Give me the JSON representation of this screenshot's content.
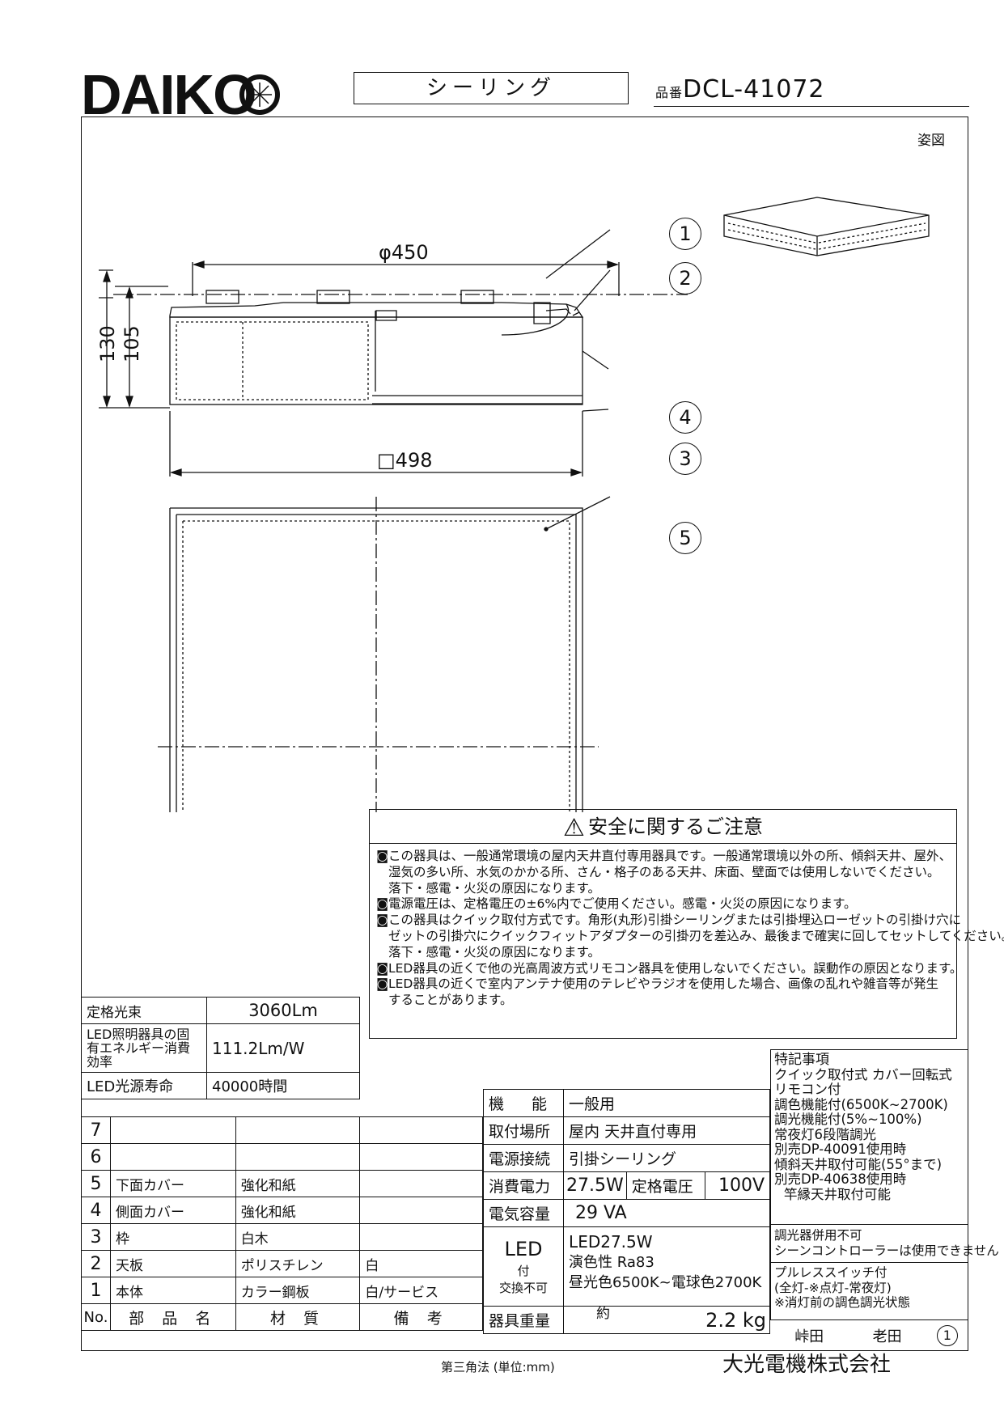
{
  "header": {
    "brand": "DAIKO",
    "product_type": "シーリング",
    "model_label": "品番",
    "model_number": "DCL-41072",
    "view_label": "姿図"
  },
  "drawing": {
    "diameter_label": "φ450",
    "width_label": "□498",
    "height_130": "130",
    "height_105": "105",
    "callouts": [
      "1",
      "2",
      "3",
      "4",
      "5"
    ]
  },
  "safety": {
    "title": "安全に関するご注意",
    "lines": [
      {
        "bullet": true,
        "text": "この器具は、一般通常環境の屋内天井直付専用器具です。一般通常環境以外の所、傾斜天井、屋外、"
      },
      {
        "bullet": false,
        "text": "湿気の多い所、水気のかかる所、さん・格子のある天井、床面、壁面では使用しないでください。"
      },
      {
        "bullet": false,
        "text": "落下・感電・火災の原因になります。"
      },
      {
        "bullet": true,
        "text": "電源電圧は、定格電圧の±6%内でご使用ください。感電・火災の原因になります。"
      },
      {
        "bullet": true,
        "text": "この器具はクイック取付方式です。角形(丸形)引掛シーリングまたは引掛埋込ローゼットの引掛け穴に"
      },
      {
        "bullet": false,
        "text": "ゼットの引掛穴にクイックフィットアダプターの引掛刃を差込み、最後まで確実に回してセットしてください。"
      },
      {
        "bullet": false,
        "text": "落下・感電・火災の原因になります。"
      },
      {
        "bullet": true,
        "text": "LED器具の近くで他の光高周波方式リモコン器具を使用しないでください。誤動作の原因となります。"
      },
      {
        "bullet": true,
        "text": "LED器具の近くで室内アンテナ使用のテレビやラジオを使用した場合、画像の乱れや雑音等が発生"
      },
      {
        "bullet": false,
        "text": "することがあります。"
      }
    ]
  },
  "performance": [
    {
      "label": "定格光束",
      "value": "3060Lm"
    },
    {
      "label": "LED照明器具の固有エネルギー消費効率",
      "value": "111.2Lm/W"
    },
    {
      "label": "LED光源寿命",
      "value": "40000時間"
    }
  ],
  "parts": {
    "headers": {
      "no": "No.",
      "name": "部 品 名",
      "material": "材 質",
      "note": "備 考"
    },
    "rows": [
      {
        "no": "7",
        "name": "",
        "material": "",
        "note": ""
      },
      {
        "no": "6",
        "name": "",
        "material": "",
        "note": ""
      },
      {
        "no": "5",
        "name": "下面カバー",
        "material": "強化和紙",
        "note": ""
      },
      {
        "no": "4",
        "name": "側面カバー",
        "material": "強化和紙",
        "note": ""
      },
      {
        "no": "3",
        "name": "枠",
        "material": "白木",
        "note": ""
      },
      {
        "no": "2",
        "name": "天板",
        "material": "ポリスチレン",
        "note": "白"
      },
      {
        "no": "1",
        "name": "本体",
        "material": "カラー鋼板",
        "note": "白/サービス"
      }
    ]
  },
  "spec": {
    "function_label": "機 能",
    "function_value": "一般用",
    "mount_label": "取付場所",
    "mount_value": "屋内 天井直付専用",
    "conn_label": "電源接続",
    "conn_value": "引掛シーリング",
    "power_label": "消費電力",
    "power_value": "27.5W",
    "voltage_label": "定格電圧",
    "voltage_value": "100V",
    "capacity_label": "電気容量",
    "capacity_value": "29 VA",
    "lamp_label": "LED",
    "lamp_sub": "付",
    "lamp_note": "交換不可",
    "lamp_line1": "LED27.5W",
    "lamp_line2": "演色性 Ra83",
    "lamp_line3": "昼光色6500K~電球色2700K",
    "weight_label": "器具重量",
    "weight_approx": "約",
    "weight_value": "2.2 kg"
  },
  "notes": {
    "title": "特記事項",
    "group1": [
      "クイック取付式 カバー回転式",
      "リモコン付",
      "調色機能付(6500K~2700K)",
      "調光機能付(5%~100%)",
      "常夜灯6段階調光",
      "別売DP-40091使用時",
      "傾斜天井取付可能(55°まで)",
      "別売DP-40638使用時",
      "竿縁天井取付可能"
    ],
    "group2": [
      "調光器併用不可",
      "シーンコントローラーは使用できません"
    ],
    "group3": [
      "プルレススイッチ付",
      "(全灯-※点灯-常夜灯)",
      "※消灯前の調色調光状態"
    ]
  },
  "signoff": {
    "name1": "峠田",
    "name2": "老田",
    "rev": "1"
  },
  "footer": {
    "method": "第三角法 (単位:mm)",
    "company": "大光電機株式会社"
  }
}
